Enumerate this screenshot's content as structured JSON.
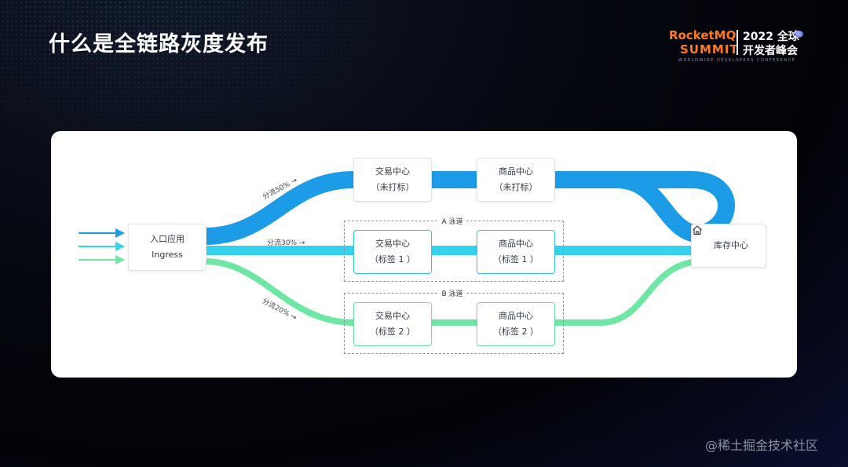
{
  "slide": {
    "title": "什么是全链路灰度发布",
    "watermark": "@稀土掘金技术社区"
  },
  "logo": {
    "brand_line1": "RocketMQ",
    "brand_line2": "SUMMIT",
    "year_line": "2022 全球",
    "conf_line": "开发者峰会",
    "tagline": "WORLDWIDE DEVELOPERS CONFERENCE",
    "brand_color": "#ff7a21"
  },
  "diagram": {
    "nodes": {
      "ingress": {
        "line1": "入口应用",
        "line2": "Ingress"
      },
      "trade_main": {
        "line1": "交易中心",
        "line2": "（未打标）"
      },
      "goods_main": {
        "line1": "商品中心",
        "line2": "（未打标）"
      },
      "trade_a": {
        "line1": "交易中心",
        "line2": "（标签 1 ）"
      },
      "goods_a": {
        "line1": "商品中心",
        "line2": "（标签 1 ）"
      },
      "trade_b": {
        "line1": "交易中心",
        "line2": "（标签 2 ）"
      },
      "goods_b": {
        "line1": "商品中心",
        "line2": "（标签 2 ）"
      },
      "inventory": {
        "label": "库存中心",
        "icon": "house-icon"
      }
    },
    "lanes": {
      "a": {
        "label": "A 泳道"
      },
      "b": {
        "label": "B 泳道"
      }
    },
    "flows": {
      "blue": {
        "label": "分流50% →",
        "color": "#1c9be6"
      },
      "cyan": {
        "label": "分流30% →",
        "color": "#35d2ee"
      },
      "green": {
        "label": "分流20% →",
        "color": "#6ee6a4"
      }
    }
  }
}
